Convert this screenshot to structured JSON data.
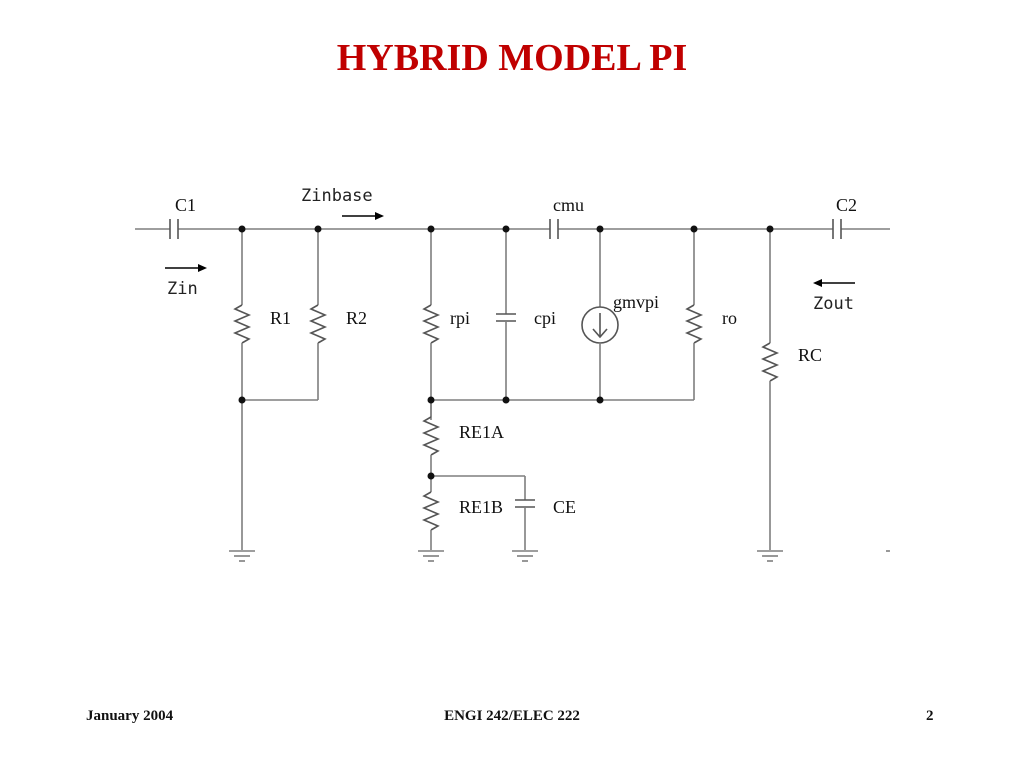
{
  "slide": {
    "title": "HYBRID MODEL PI",
    "footer_left": "January 2004",
    "footer_center": "ENGI 242/ELEC 222",
    "footer_right": "2"
  },
  "diagram": {
    "labels": {
      "C1": "C1",
      "Zinbase": "Zinbase",
      "cmu": "cmu",
      "C2": "C2",
      "Zin": "Zin",
      "R1": "R1",
      "R2": "R2",
      "rpi": "rpi",
      "cpi": "cpi",
      "gmvpi": "gmvpi",
      "ro": "ro",
      "Zout": "Zout",
      "RC": "RC",
      "RE1A": "RE1A",
      "RE1B": "RE1B",
      "CE": "CE"
    }
  }
}
